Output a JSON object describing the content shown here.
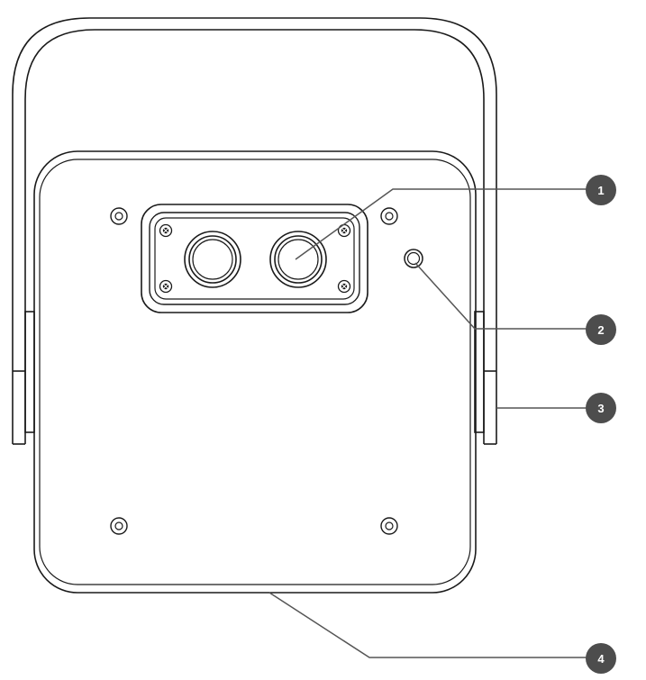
{
  "callouts": [
    {
      "number": "1"
    },
    {
      "number": "2"
    },
    {
      "number": "3"
    },
    {
      "number": "4"
    }
  ],
  "colors": {
    "line": "#1a1a1a",
    "leader": "#555555",
    "badge": "#4d4d4d",
    "badge_text": "#ffffff",
    "background": "#ffffff"
  }
}
